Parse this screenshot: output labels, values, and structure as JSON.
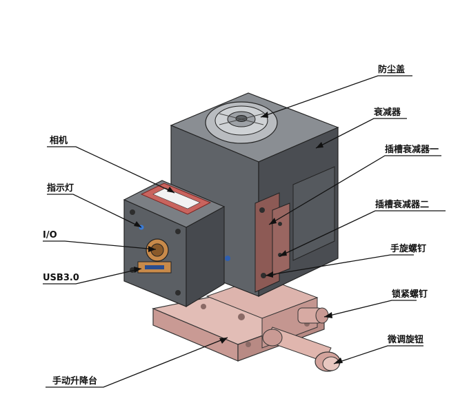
{
  "labels": {
    "dust_cover": "防尘盖",
    "attenuator": "衰减器",
    "camera": "相机",
    "slot_attenuator_1": "插槽衰减器一",
    "indicator_light": "指示灯",
    "slot_attenuator_2": "插槽衰减器二",
    "io": "I/O",
    "thumb_screw": "手旋螺钉",
    "usb": "USB3.0",
    "lock_screw": "锁紧螺钉",
    "micrometer_knob": "微调旋钮",
    "manual_lift_stage": "手动升降台"
  },
  "colors": {
    "body_gray": "#6b6f74",
    "body_dark": "#4a4d52",
    "stage_pink": "#c99a94",
    "stage_light": "#e2bdb6",
    "label_red": "#b8413e",
    "port_copper": "#c88a4a",
    "leader_line": "#111111"
  },
  "icons": [
    "dust-cover-disc",
    "camera-sticker",
    "io-connector",
    "usb-port",
    "micrometer"
  ]
}
